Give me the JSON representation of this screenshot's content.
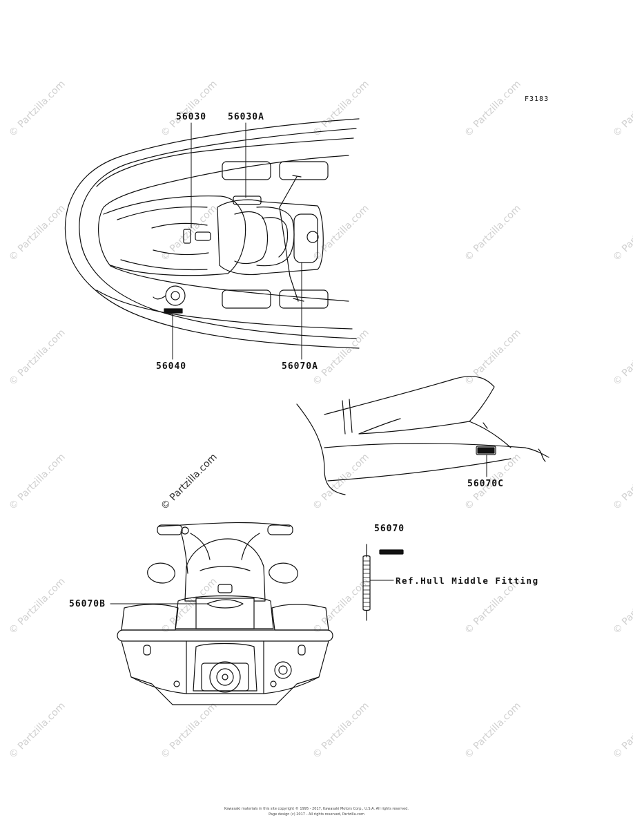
{
  "figure_code": "F3183",
  "callouts": {
    "p56030": "56030",
    "p56030A": "56030A",
    "p56040": "56040",
    "p56070A": "56070A",
    "p56070C": "56070C",
    "p56070": "56070",
    "p56070B": "56070B"
  },
  "reference_note": "Ref.Hull Middle Fitting",
  "watermark": "© Partzilla.com",
  "footer": {
    "line1": "Kawasaki materials in this site copyright © 1995 - 2017, Kawasaki Motors Corp., U.S.A. All rights reserved.",
    "line2": "Page design (c) 2017 - All rights reserved, Partzilla.com"
  }
}
